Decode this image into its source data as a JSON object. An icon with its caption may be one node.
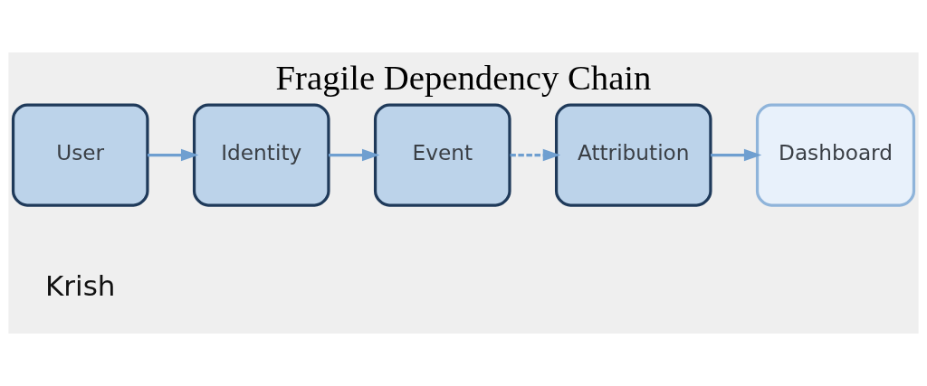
{
  "diagram": {
    "title": "Fragile Dependency Chain",
    "nodes": [
      {
        "text": [
          "User"
        ]
      },
      {
        "text": [
          "Identity"
        ]
      },
      {
        "text": [
          "Event"
        ]
      },
      {
        "text": [
          "Attribution"
        ]
      },
      {
        "text": [
          "Dashboard"
        ]
      }
    ],
    "edges": [
      {
        "from": 0,
        "to": 1,
        "arrow": "to"
      },
      {
        "from": 1,
        "to": 2,
        "arrow": "to"
      },
      {
        "from": 2,
        "to": 3,
        "arrow": "to",
        "style": "dashed"
      },
      {
        "from": 3,
        "to": 4,
        "arrow": "to"
      }
    ],
    "labels": [
      "Krish"
    ]
  }
}
